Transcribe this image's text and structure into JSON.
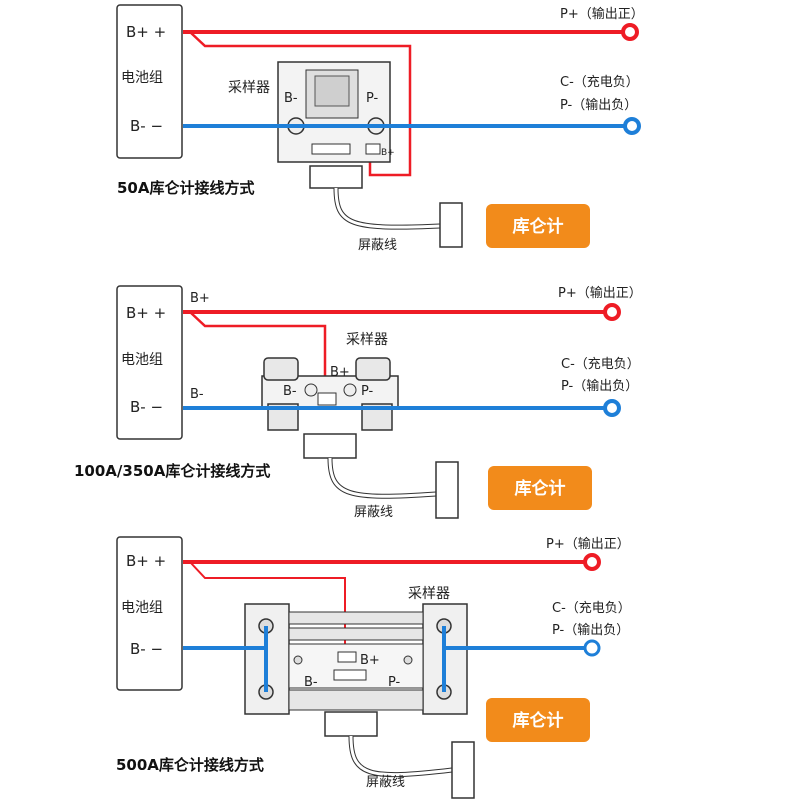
{
  "colors": {
    "positive": "#ee1c25",
    "negative": "#1e7fd8",
    "badge": "#f28b1b",
    "outline": "#333333"
  },
  "labels": {
    "battery": "电池组",
    "sampler": "采样器",
    "shield": "屏蔽线",
    "badge": "库仑计",
    "b_plus": "B+",
    "b_minus": "B-",
    "p_out_pos": "P+（输出正）",
    "c_neg": "C-（充电负）",
    "p_out_neg": "P-（输出负）",
    "term_b_minus": "B-",
    "term_p_minus": "P-",
    "term_b_plus": "B+"
  },
  "sections": [
    {
      "title": "50A库仑计接线方式"
    },
    {
      "title": "100A/350A库仑计接线方式"
    },
    {
      "title": "500A库仑计接线方式"
    }
  ]
}
